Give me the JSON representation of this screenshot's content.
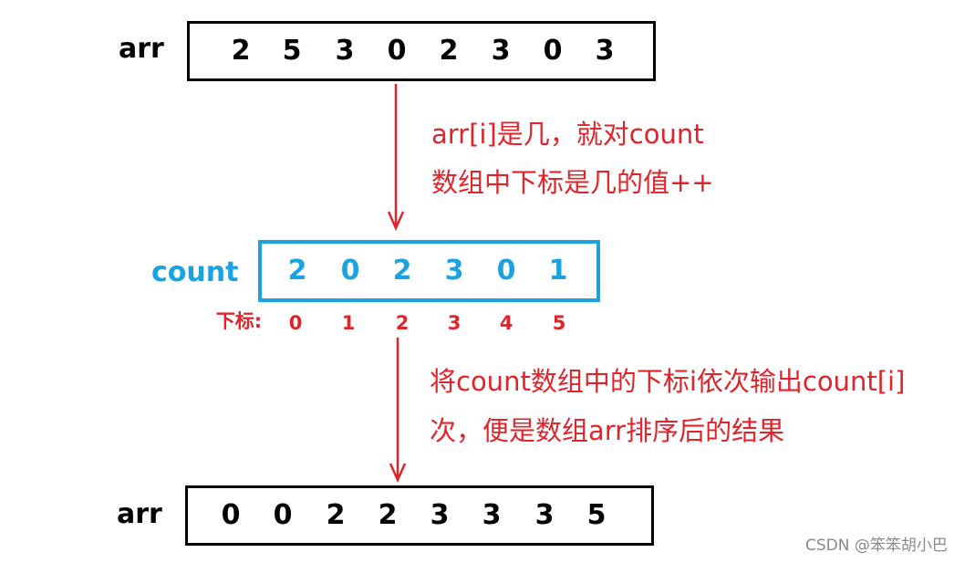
{
  "colors": {
    "black": "#000000",
    "blue": "#1aa3e0",
    "red": "#e0242b",
    "watermark": "#8a8a8a"
  },
  "top_array": {
    "label": "arr",
    "values": [
      "2",
      "5",
      "3",
      "0",
      "2",
      "3",
      "0",
      "3"
    ]
  },
  "note_1": {
    "line1": "arr[i]是几，就对count",
    "line2": "数组中下标是几的值++"
  },
  "count_array": {
    "label": "count",
    "values": [
      "2",
      "0",
      "2",
      "3",
      "0",
      "1"
    ],
    "index_label": "下标:",
    "indices": [
      "0",
      "1",
      "2",
      "3",
      "4",
      "5"
    ]
  },
  "note_2": {
    "line1": "将count数组中的下标i依次输出count[i]",
    "line2": "次，便是数组arr排序后的结果"
  },
  "bottom_array": {
    "label": "arr",
    "values": [
      "0",
      "0",
      "2",
      "2",
      "3",
      "3",
      "3",
      "5"
    ]
  },
  "watermark": "CSDN @笨笨胡小巴"
}
